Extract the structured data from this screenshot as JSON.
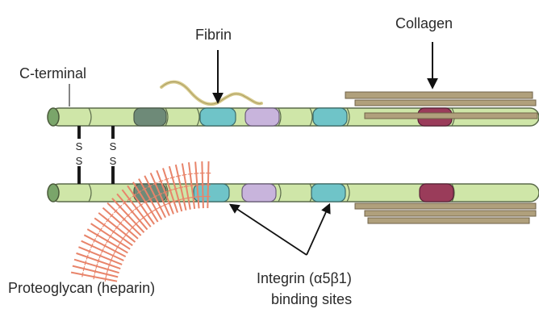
{
  "labels": {
    "fibrin": "Fibrin",
    "collagen": "Collagen",
    "c_terminal": "C-terminal",
    "proteoglycan": "Proteoglycan (heparin)",
    "integrin_line1": "Integrin (α5β1)",
    "integrin_line2": "binding sites"
  },
  "disulfide_letter": "S",
  "colors": {
    "strand": "#cfe6a8",
    "strand_outline": "#5a6a4a",
    "terminal": "#7aa56a",
    "fibrin_domain": "#6fc4c8",
    "violet_domain": "#c8b4dc",
    "gray_domain": "#6e8a78",
    "collagen_domain": "#9a3c5a",
    "collagen_fibers": "#b0a07c",
    "fibrin_fiber": "#d6c98a",
    "heparin": "#e8846a"
  }
}
